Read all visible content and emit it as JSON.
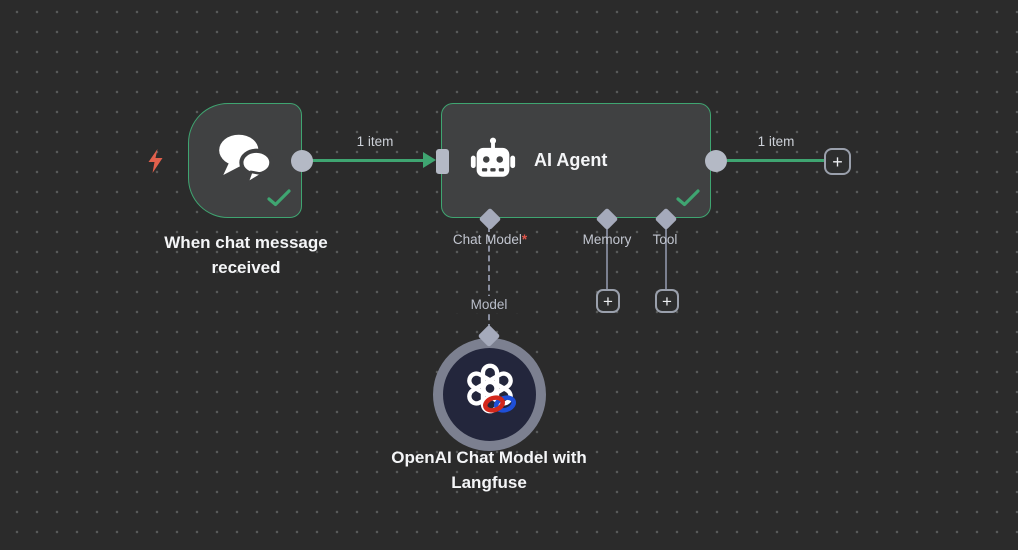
{
  "canvas": {
    "background_color": "#2b2b2b",
    "dot_color": "#5a5b5b"
  },
  "palette": {
    "node_background": "#404142",
    "success_green": "#3fa571",
    "connector_gray": "#b4b9c5",
    "port_diamond_gray": "#a5aabb",
    "port_label_gray": "#c2c6d0",
    "required_red": "#e0554b",
    "trigger_bolt_coral": "#e2604c",
    "openai_ring_gray": "#7c8090",
    "openai_inner_navy": "#23263c",
    "langfuse_red": "#d3281c",
    "langfuse_blue": "#1e4fd8",
    "title_white": "#f4f5f7"
  },
  "nodes": {
    "chat_trigger": {
      "title": "When chat message received",
      "status": "success"
    },
    "ai_agent": {
      "title": "AI Agent",
      "status": "success",
      "ports": [
        {
          "label": "Chat Model",
          "required_marker": "*"
        },
        {
          "label": "Memory"
        },
        {
          "label": "Tool"
        }
      ]
    },
    "openai_chat_model": {
      "title": "OpenAI Chat Model with Langfuse"
    }
  },
  "connections": {
    "trigger_to_agent": {
      "label": "1 item"
    },
    "agent_output": {
      "label": "1 item"
    },
    "chat_model_link": {
      "label": "Model"
    }
  },
  "ui": {
    "plus": "+"
  }
}
